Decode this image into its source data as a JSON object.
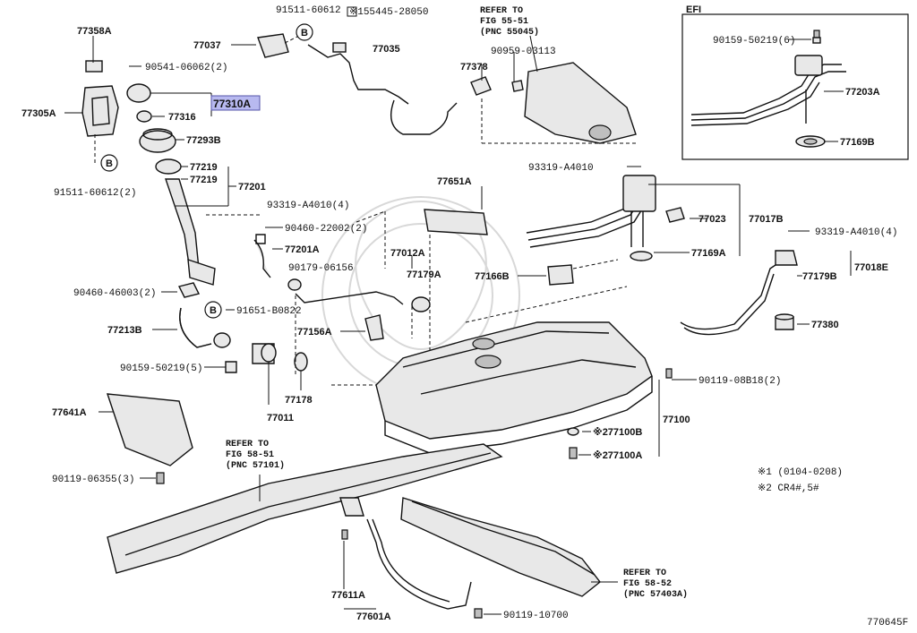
{
  "diagram_id": "770645F",
  "highlight_color": "#b8b9f0",
  "circle_marker": "B",
  "efi_box_label": "EFI",
  "labels": {
    "p77358A": "77358A",
    "p77305A": "77305A",
    "p90541": "90541-06062(2)",
    "p77037": "77037",
    "p77316": "77316",
    "p77310A": "77310A",
    "p77293B": "77293B",
    "p91511a": "91511-60612",
    "p155445": "※155445-28050",
    "p77035": "77035",
    "p91511b": "91511-60612(2)",
    "p77219a": "77219",
    "p77219b": "77219",
    "p77201": "77201",
    "p93319a": "93319-A4010(4)",
    "p90460a": "90460-22002(2)",
    "p77201A": "77201A",
    "p90179": "90179-06156",
    "p77012A": "77012A",
    "p77179A": "77179A",
    "p90460b": "90460-46003(2)",
    "p91651": "91651-B0822",
    "p77213B": "77213B",
    "p90159a": "90159-50219(5)",
    "p77178": "77178",
    "p77011": "77011",
    "p77156A": "77156A",
    "p77641A": "77641A",
    "p90119a": "90119-06355(3)",
    "p77378": "77378",
    "p90959": "90959-03113",
    "p93319b": "93319-A4010",
    "p77651A": "77651A",
    "p77166B": "77166B",
    "p77023": "77023",
    "p77017B": "77017B",
    "p77169A": "77169A",
    "p93319c": "93319-A4010(4)",
    "p77179B": "77179B",
    "p77018E": "77018E",
    "p77380": "77380",
    "p90119b": "90119-08B18(2)",
    "p77100": "77100",
    "p77100B": "※277100B",
    "p77100A": "※277100A",
    "p90159b": "90159-50219(6)",
    "p77203A": "77203A",
    "p77169B": "77169B",
    "p77611A": "77611A",
    "p77601A": "77601A",
    "p90119c": "90119-10700"
  },
  "refs": {
    "r1": [
      "REFER TO",
      "FIG 55-51",
      "(PNC 55045)"
    ],
    "r2": [
      "REFER TO",
      "FIG 58-51",
      "(PNC 57101)"
    ],
    "r3": [
      "REFER TO",
      "FIG 58-52",
      "(PNC 57403A)"
    ]
  },
  "notes": {
    "n1": "※1 (0104-0208)",
    "n2": "※2 CR4#,5#"
  }
}
